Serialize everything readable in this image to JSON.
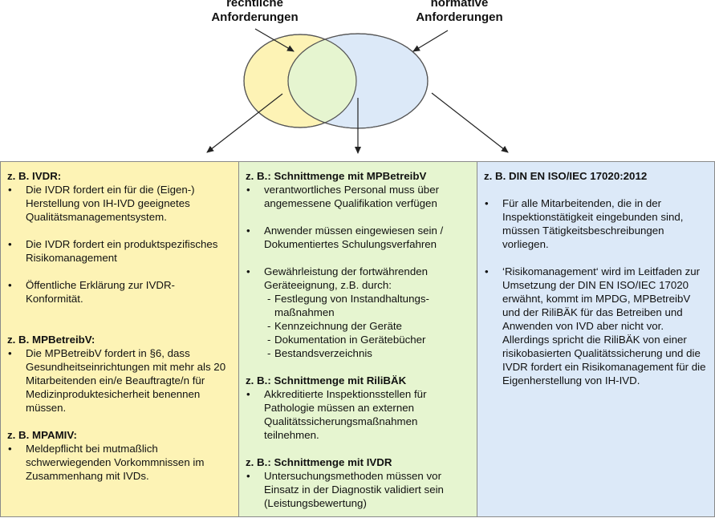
{
  "venn": {
    "left_label": [
      "rechtliche",
      "Anforderungen"
    ],
    "right_label": [
      "normative",
      "Anforderungen"
    ],
    "left_color": "#fdf3b5",
    "right_color": "#dce9f8",
    "overlap_color": "#e6f5d0"
  },
  "left": {
    "sections": [
      {
        "title": "z. B. IVDR:",
        "items": [
          "Die IVDR fordert ein für die (Eigen-) Herstellung von IH-IVD geeignetes Qualitätsmanagementsystem.",
          "Die IVDR fordert ein produktspezifisches Risikomanagement",
          "Öffentliche Erklärung zur IVDR-Konformität."
        ]
      },
      {
        "title": "z. B. MPBetreibV:",
        "items": [
          "Die MPBetreibV fordert in §6, dass Gesundheitseinrichtungen mit mehr als 20 Mitarbeitenden ein/e Beauftragte/n für Medizinproduktesicherheit benennen müssen."
        ]
      },
      {
        "title": "z. B. MPAMIV:",
        "items": [
          "Meldepflicht bei mutmaßlich schwerwiegenden Vorkommnissen im Zusammenhang mit IVDs."
        ]
      }
    ]
  },
  "middle": {
    "sections": [
      {
        "title": "z. B.: Schnittmenge mit MPBetreibV",
        "items": [
          "verantwortliches Personal muss über angemessene Qualifikation verfügen",
          "Anwender müssen eingewiesen sein / Dokumentiertes Schulungsverfahren",
          "Gewährleistung der fortwährenden Geräteeignung, z.B. durch:"
        ],
        "subitems": [
          "Festlegung von Instandhaltungs-maßnahmen",
          "Kennzeichnung der Geräte",
          "Dokumentation in Gerätebücher",
          "Bestandsverzeichnis"
        ]
      },
      {
        "title": "z. B.: Schnittmenge mit RiliBÄK",
        "items": [
          "Akkreditierte Inspektionsstellen für Pathologie müssen an externen Qualitätssicherungsmaßnahmen teilnehmen."
        ]
      },
      {
        "title": "z. B.: Schnittmenge mit IVDR",
        "items": [
          "Untersuchungsmethoden müssen vor Einsatz in der Diagnostik validiert sein (Leistungsbewertung)"
        ]
      }
    ]
  },
  "right": {
    "title": "z. B. DIN EN ISO/IEC 17020:2012",
    "items": [
      "Für alle Mitarbeitenden, die in der Inspektionstätigkeit eingebunden sind, müssen Tätigkeitsbeschreibungen vorliegen.",
      "‘Risikomanagement‘ wird im Leitfaden zur Umsetzung der DIN EN ISO/IEC 17020 erwähnt, kommt im MPDG, MPBetreibV und der RiliBÄK für das Betreiben und Anwenden von IVD aber nicht vor. Allerdings spricht die RiliBÄK von einer risikobasierten Qualitätssicherung und die IVDR fordert ein Risikomanagement für die Eigenherstellung von IH-IVD."
    ]
  }
}
